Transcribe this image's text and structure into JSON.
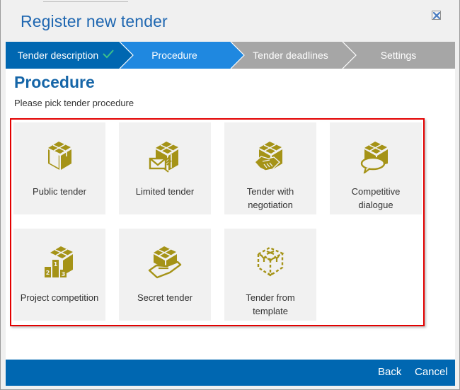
{
  "dialog": {
    "title": "Register new tender",
    "close_icon": "close-x-icon"
  },
  "wizard": {
    "steps": [
      {
        "label": "Tender description",
        "state": "completed",
        "icon": "checkmark-icon"
      },
      {
        "label": "Procedure",
        "state": "active"
      },
      {
        "label": "Tender deadlines",
        "state": "pending"
      },
      {
        "label": "Settings",
        "state": "pending"
      }
    ],
    "colors": {
      "completed": "#0067b1",
      "active": "#1f88e0",
      "pending": "#a6a6a6",
      "check": "#3cc08a"
    }
  },
  "main": {
    "title": "Procedure",
    "subtitle": "Please pick tender procedure",
    "highlight_color": "#e30000",
    "icon_color": "#a59317",
    "procedures": [
      {
        "label": "Public tender",
        "icon": "box-icon"
      },
      {
        "label": "Limited tender",
        "icon": "box-envelope-icon"
      },
      {
        "label": "Tender with negotiation",
        "line1": "Tender with",
        "line2": "negotiation",
        "icon": "box-handshake-icon"
      },
      {
        "label": "Competitive dialogue",
        "line1": "Competitive",
        "line2": "dialogue",
        "icon": "box-speech-bubble-icon"
      },
      {
        "label": "Project competition",
        "icon": "box-podium-icon"
      },
      {
        "label": "Secret tender",
        "icon": "box-hand-icon"
      },
      {
        "label": "Tender from template",
        "line1": "Tender from",
        "line2": "template",
        "icon": "dashed-box-template-icon"
      }
    ]
  },
  "footer": {
    "back_label": "Back",
    "cancel_label": "Cancel",
    "color": "#0067b1"
  }
}
